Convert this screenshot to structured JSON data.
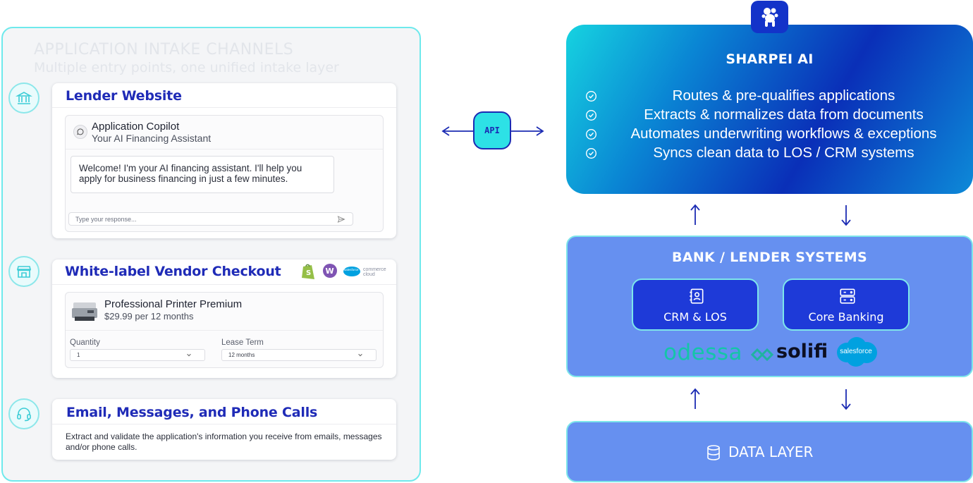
{
  "intake": {
    "heading": "APPLICATION INTAKE CHANNELS",
    "subheading": "Multiple entry points, one unified intake layer"
  },
  "lender_website": {
    "title": "Lender Website",
    "icon": "bank-icon",
    "chat_title": "Application Copilot",
    "chat_subtitle": "Your AI Financing Assistant",
    "chat_message": "Welcome! I'm your AI financing assistant. I'll help you apply for business financing in just a few minutes.",
    "input_placeholder": "Type your response..."
  },
  "vendor_checkout": {
    "title": "White-label Vendor Checkout",
    "icon": "storefront-icon",
    "platforms": [
      "shopify-logo",
      "woocommerce-logo",
      "salesforce-commerce-cloud-logo"
    ],
    "platform_sf_text": "salesforce",
    "platform_sf_sub": "commerce cloud",
    "product_name": "Professional Printer Premium",
    "product_price": "$29.99 per 12 months",
    "quantity_label": "Quantity",
    "quantity_value": "1",
    "lease_label": "Lease Term",
    "lease_value": "12 months"
  },
  "email_channel": {
    "title": "Email, Messages, and Phone Calls",
    "icon": "headset-icon",
    "description": "Extract and validate the application's information you receive from emails, messages and/or phone calls."
  },
  "api": {
    "label": "API"
  },
  "sharpei": {
    "title": "SHARPEI AI",
    "logo": "sharpei-dog-icon",
    "features": [
      "Routes & pre-qualifies applications",
      "Extracts & normalizes data from documents",
      "Automates underwriting workflows & exceptions",
      "Syncs clean data to LOS / CRM systems"
    ]
  },
  "bank": {
    "title": "BANK / LENDER SYSTEMS",
    "systems": [
      {
        "label": "CRM & LOS",
        "icon": "contacts-book-icon"
      },
      {
        "label": "Core Banking",
        "icon": "server-icon"
      }
    ],
    "vendors": {
      "odessa": "odessa",
      "solifi": "solifi",
      "salesforce": "salesforce"
    }
  },
  "data_layer": {
    "label": "DATA LAYER",
    "icon": "database-icon"
  },
  "colors": {
    "brand_blue": "#1f2bb7",
    "accent_cyan": "#2de1e6",
    "panel_blue": "#6690f0",
    "deep_blue": "#1e3ad8"
  }
}
